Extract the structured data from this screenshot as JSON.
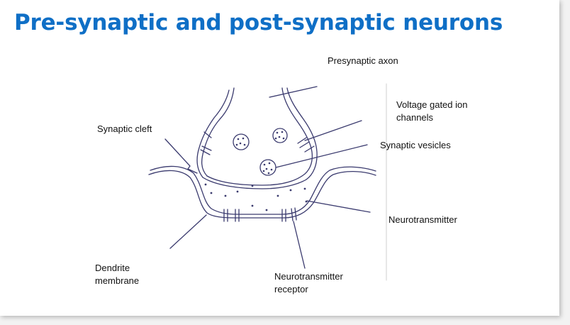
{
  "slide": {
    "title": "Pre-synaptic and post-synaptic neurons"
  },
  "diagram": {
    "labels": {
      "presynaptic_axon": "Presynaptic axon",
      "voltage_gated_line1": "Voltage gated ion",
      "voltage_gated_line2": "channels",
      "synaptic_cleft": "Synaptic cleft",
      "synaptic_vesicles": "Synaptic vesicles",
      "neurotransmitter": "Neurotransmitter",
      "dendrite_line1": "Dendrite",
      "dendrite_line2": "membrane",
      "receptor_line1": "Neurotransmitter",
      "receptor_line2": "receptor"
    },
    "colors": {
      "title": "#0f6fc6",
      "ink": "#3a3a6e",
      "text": "#111111"
    }
  }
}
